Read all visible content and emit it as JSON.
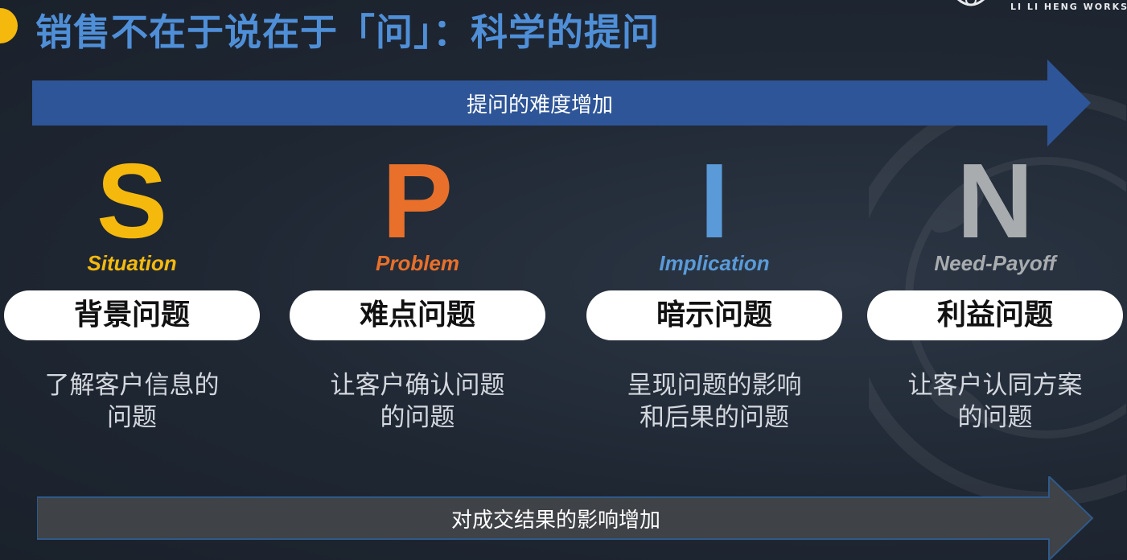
{
  "title": "销售不在于说在于「问」：科学的提问",
  "brand": "LI LI HENG   WORKSHOP",
  "arrow_top": {
    "label": "提问的难度增加",
    "color": "#2e5597"
  },
  "arrow_bottom": {
    "label": "对成交结果的影响增加",
    "color": "#3f4246"
  },
  "stages": [
    {
      "letter": "S",
      "word": "Situation",
      "pill": "背景问题",
      "desc": [
        "了解客户信息的",
        "问题"
      ],
      "color": "#f5b90e"
    },
    {
      "letter": "P",
      "word": "Problem",
      "pill": "难点问题",
      "desc": [
        "让客户确认问题",
        "的问题"
      ],
      "color": "#e8702a"
    },
    {
      "letter": "I",
      "word": "Implication",
      "pill": "暗示问题",
      "desc": [
        "呈现问题的影响",
        "和后果的问题"
      ],
      "color": "#5a9ad8"
    },
    {
      "letter": "N",
      "word": "Need-Payoff",
      "pill": "利益问题",
      "desc": [
        "让客户认同方案",
        "的问题"
      ],
      "color": "#a9acaf"
    }
  ]
}
